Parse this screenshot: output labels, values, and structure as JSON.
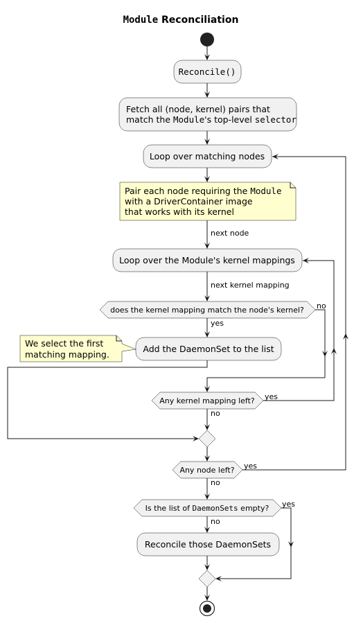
{
  "title": {
    "code": "Module",
    "text": " Reconciliation"
  },
  "activities": {
    "reconcile": {
      "code": "Reconcile()"
    },
    "fetch": {
      "line1": "Fetch all (node, kernel) pairs that",
      "line2_pre": "match the ",
      "line2_code1": "Module",
      "line2_mid": "'s top-level ",
      "line2_code2": "selector"
    },
    "loop_nodes": "Loop over matching nodes",
    "loop_mappings": "Loop over the Module's kernel mappings",
    "add_daemonset": "Add the DaemonSet to the list",
    "reconcile_daemonsets": "Reconcile those DaemonSets"
  },
  "notes": {
    "pair": {
      "line1_pre": "Pair each node requiring the ",
      "line1_code": "Module",
      "line2": "with a DriverContainer image",
      "line3": "that works with its kernel"
    },
    "select": {
      "line1": "We select the first",
      "line2": "matching mapping."
    }
  },
  "decisions": {
    "kernel_match": "does the kernel mapping match the node's kernel?",
    "mapping_left": "Any kernel mapping left?",
    "node_left": "Any node left?",
    "list_empty_pre": "Is the list of ",
    "list_empty_code": "DaemonSets",
    "list_empty_post": " empty?"
  },
  "edge_labels": {
    "next_node": "next node",
    "next_kernel_mapping": "next kernel mapping",
    "match_no": "no",
    "match_yes": "yes",
    "mapping_yes": "yes",
    "mapping_no": "no",
    "node_yes": "yes",
    "node_no": "no",
    "empty_yes": "yes",
    "empty_no": "no"
  },
  "colors": {
    "activity_fill": "#f1f1f1",
    "note_fill": "#fefece",
    "line": "#181818"
  }
}
